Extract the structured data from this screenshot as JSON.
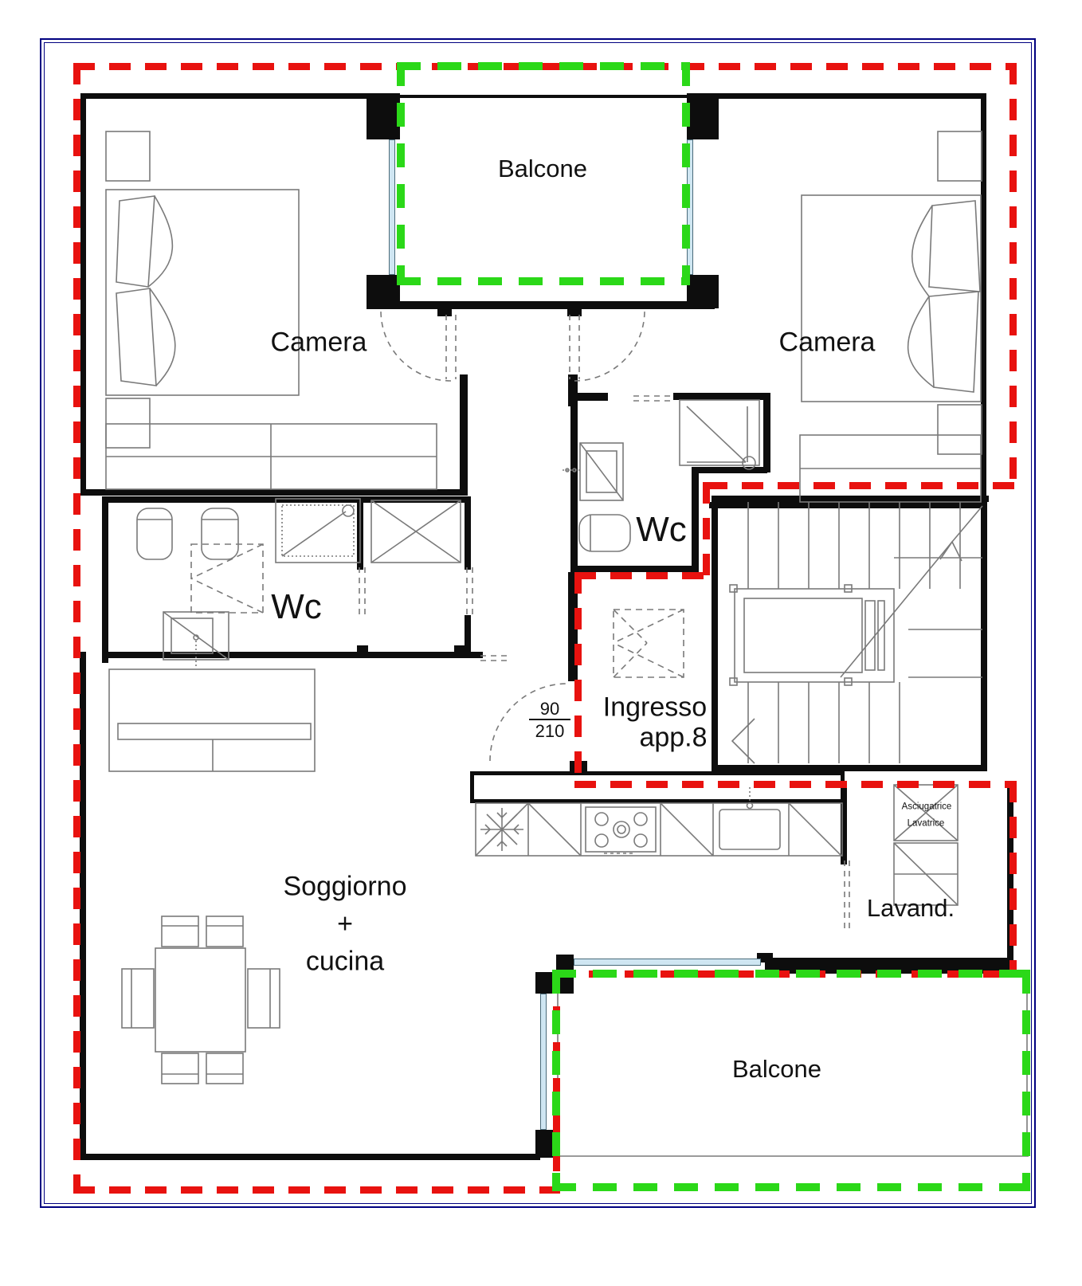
{
  "colors": {
    "apartment_boundary": "#e8120f",
    "balcony_boundary": "#2bd818",
    "outer_border": "#000080",
    "wall": "#0d0d0d",
    "furniture_line": "#7a7a7a",
    "window_glazing": "#cfe6f2"
  },
  "rooms": {
    "balcone_top": {
      "label": "Balcone"
    },
    "camera_left": {
      "label": "Camera"
    },
    "camera_right": {
      "label": "Camera"
    },
    "wc_left": {
      "label": "Wc"
    },
    "wc_right": {
      "label": "Wc"
    },
    "ingresso": {
      "label_line1": "Ingresso",
      "label_line2": "app.8"
    },
    "soggiorno": {
      "label_line1": "Soggiorno",
      "label_line2": "+",
      "label_line3": "cucina"
    },
    "lavanderia": {
      "label": "Lavand."
    },
    "balcone_bottom": {
      "label": "Balcone"
    }
  },
  "entrance_door": {
    "width": "90",
    "height": "210"
  },
  "appliances": {
    "dryer_label": "Asciugatrice",
    "washer_label": "Lavatrice"
  }
}
